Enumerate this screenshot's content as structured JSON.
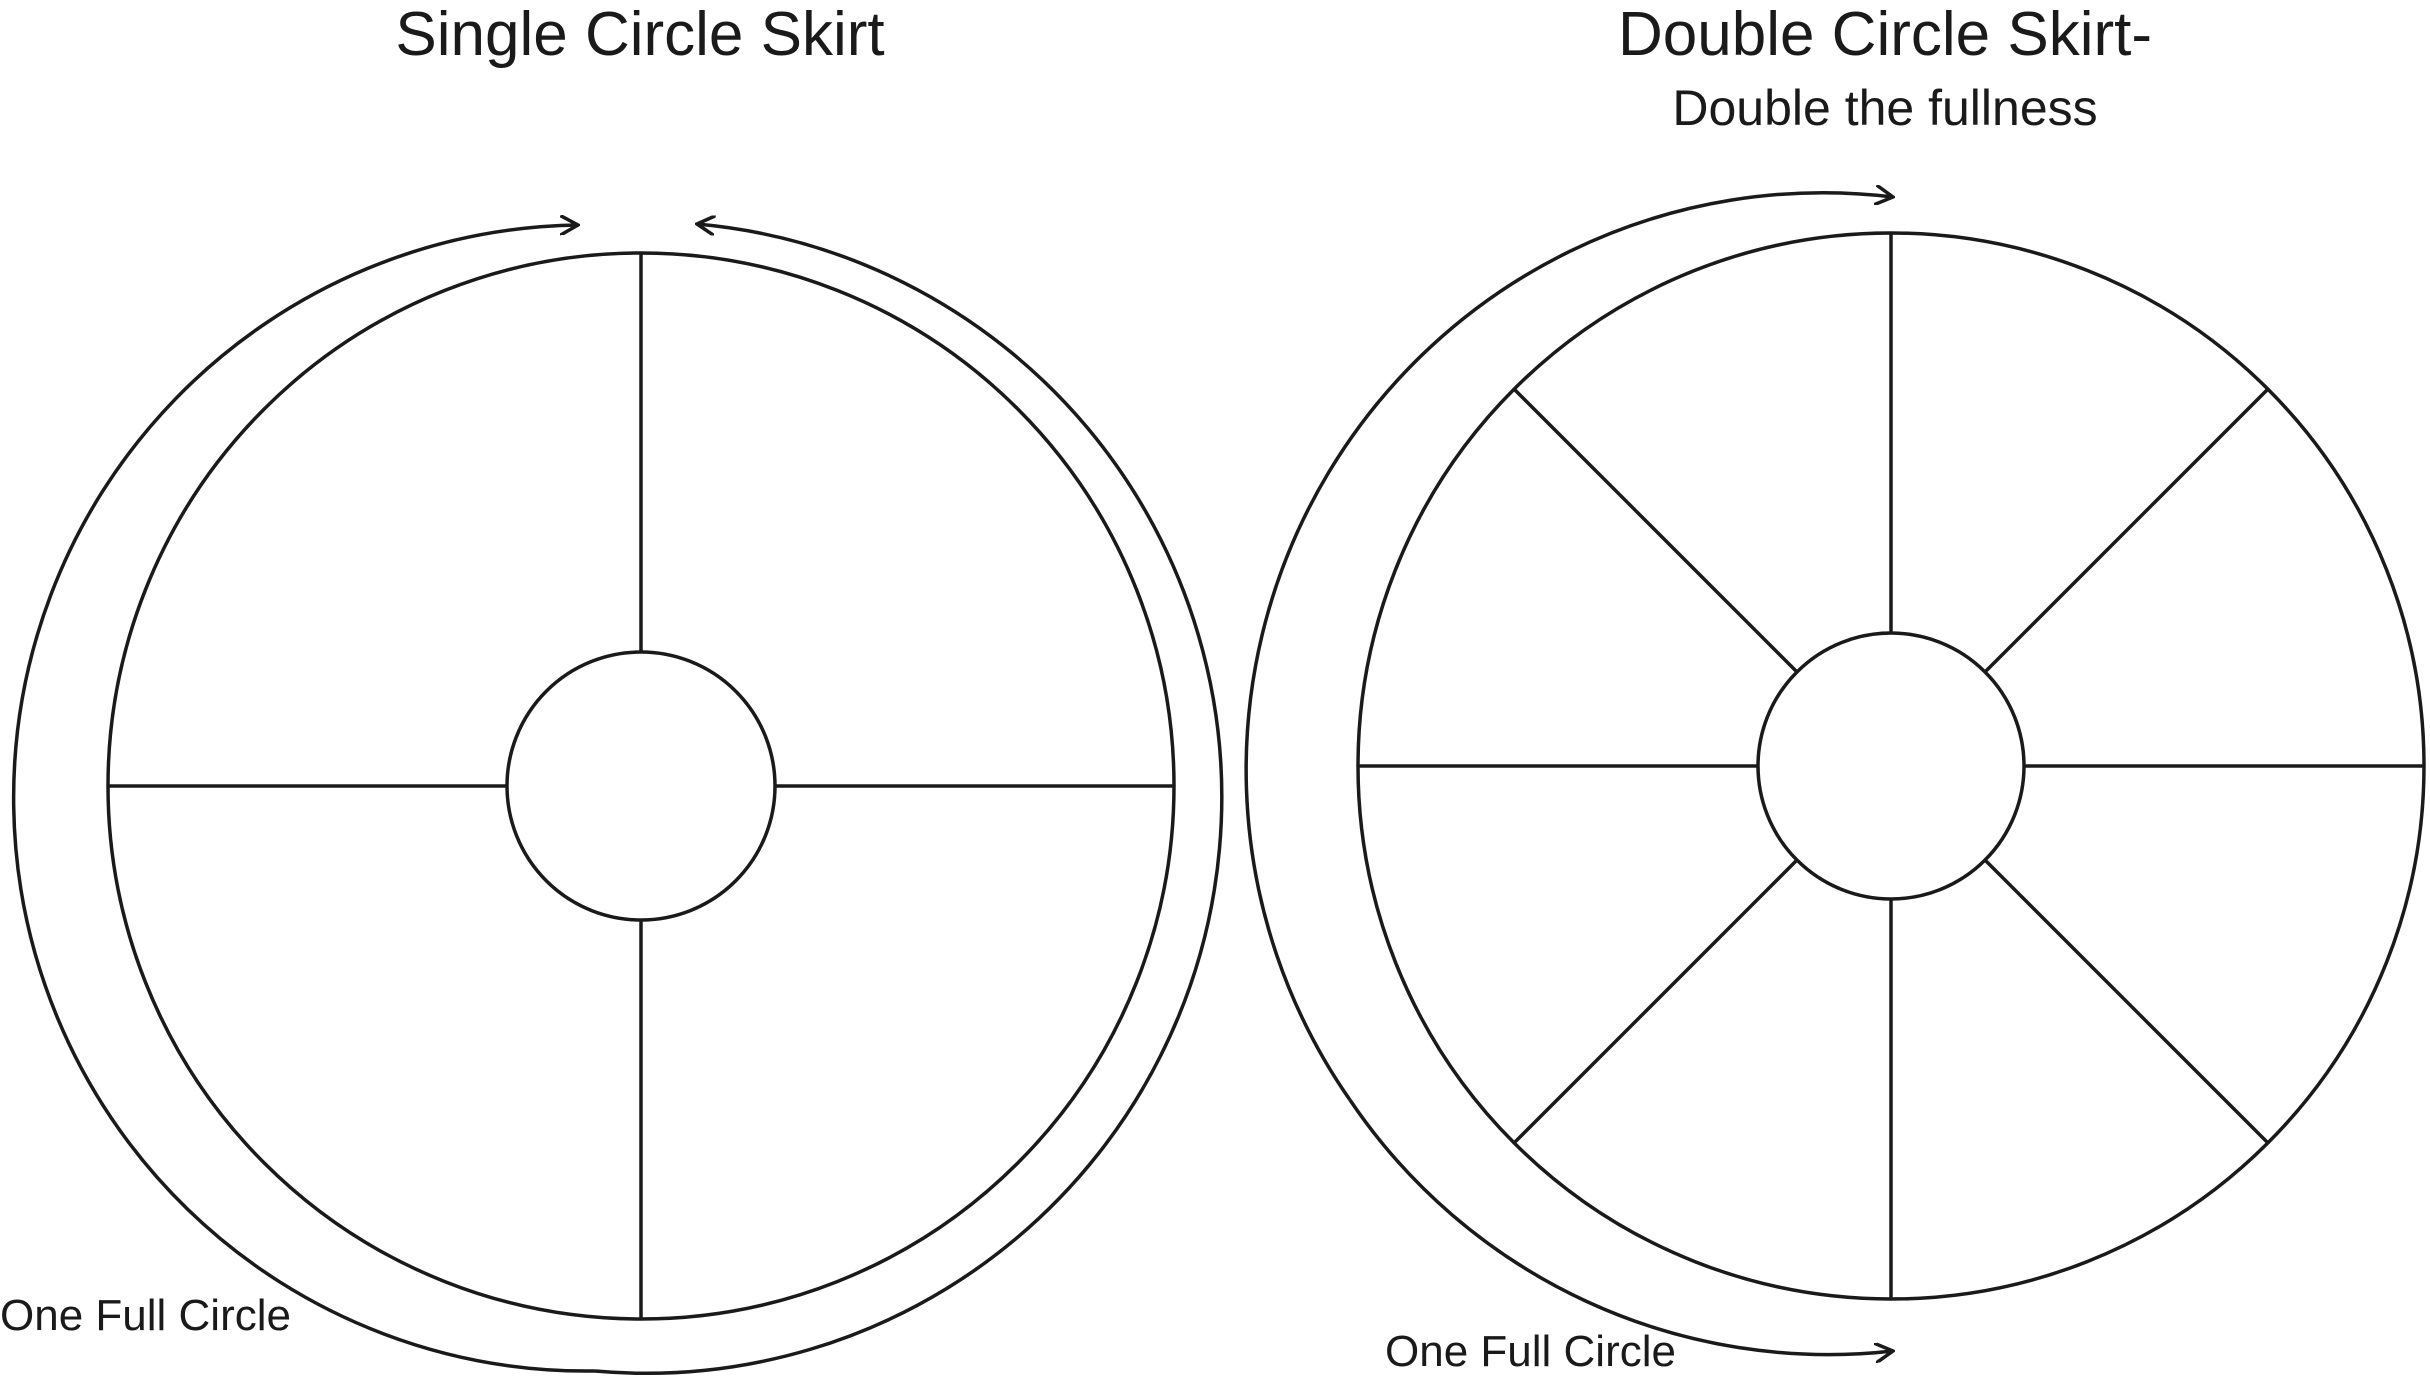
{
  "colors": {
    "line": "#1a1a1a",
    "background": "#ffffff"
  },
  "single_circle": {
    "title": "Single Circle Skirt",
    "caption": "One Full Circle",
    "panels": 4
  },
  "double_circle": {
    "title": "Double Circle Skirt-",
    "subtitle": "Double the fullness",
    "caption": "One Full Circle",
    "panels": 8
  }
}
